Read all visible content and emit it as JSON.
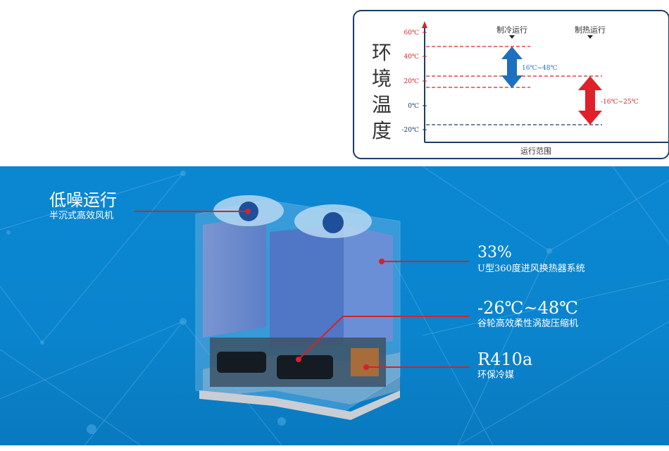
{
  "chart": {
    "vertical_title": [
      "环",
      "境",
      "温",
      "度"
    ],
    "y_ticks": [
      "60℃",
      "40℃",
      "20℃",
      "0℃",
      "-20℃"
    ],
    "cooling_label": "制冷运行",
    "heating_label": "制热运行",
    "cooling_range": "16℃~48℃",
    "heating_range": "-16℃~25℃",
    "x_label": "运行范围",
    "colors": {
      "cooling": "#1d6fc0",
      "heating": "#e0202a",
      "axis": "#1d3c66"
    }
  },
  "features": [
    {
      "big": "低噪运行",
      "small": "半沉式高效风机"
    },
    {
      "big": "33%",
      "small": "U型360度进风换热器系统"
    },
    {
      "big": "-26℃~48℃",
      "small": "谷轮高效柔性涡旋压缩机"
    },
    {
      "big": "R410a",
      "small": "环保冷媒"
    }
  ],
  "colors": {
    "background": "#0b87d2",
    "accent": "#d3232b"
  }
}
